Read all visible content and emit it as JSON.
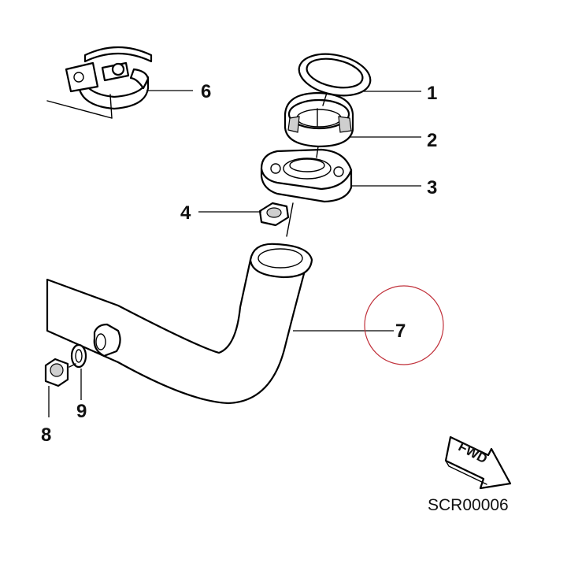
{
  "diagram": {
    "callouts": [
      {
        "id": "1",
        "label": "1"
      },
      {
        "id": "2",
        "label": "2"
      },
      {
        "id": "3",
        "label": "3"
      },
      {
        "id": "4",
        "label": "4"
      },
      {
        "id": "6",
        "label": "6"
      },
      {
        "id": "7",
        "label": "7"
      },
      {
        "id": "8",
        "label": "8"
      },
      {
        "id": "9",
        "label": "9"
      }
    ],
    "highlight_color": "#c0303a",
    "fwd_label": "FWD",
    "drawing_code": "SCR00006"
  }
}
